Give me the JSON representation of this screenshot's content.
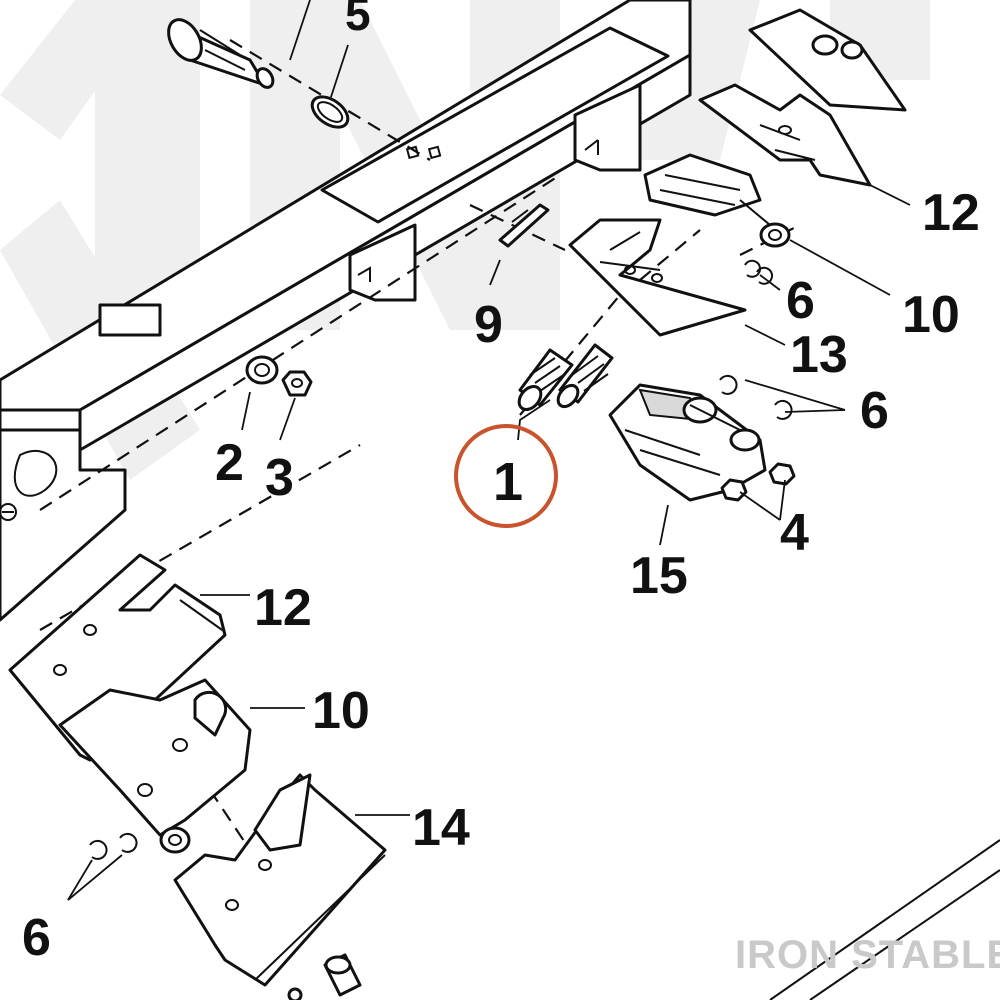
{
  "diagram": {
    "highlight_color": "#c8532c",
    "ink_color": "#111111",
    "callouts": {
      "c1": "1",
      "c2": "2",
      "c3": "3",
      "c4": "4",
      "c5": "5",
      "c6a": "6",
      "c6b": "6",
      "c6c": "6",
      "c9": "9",
      "c10a": "10",
      "c10b": "10",
      "c12a": "12",
      "c12b": "12",
      "c13": "13",
      "c14": "14",
      "c15": "15"
    },
    "brand": "IRON STABLE",
    "brand_color": "#c9c9c9"
  }
}
